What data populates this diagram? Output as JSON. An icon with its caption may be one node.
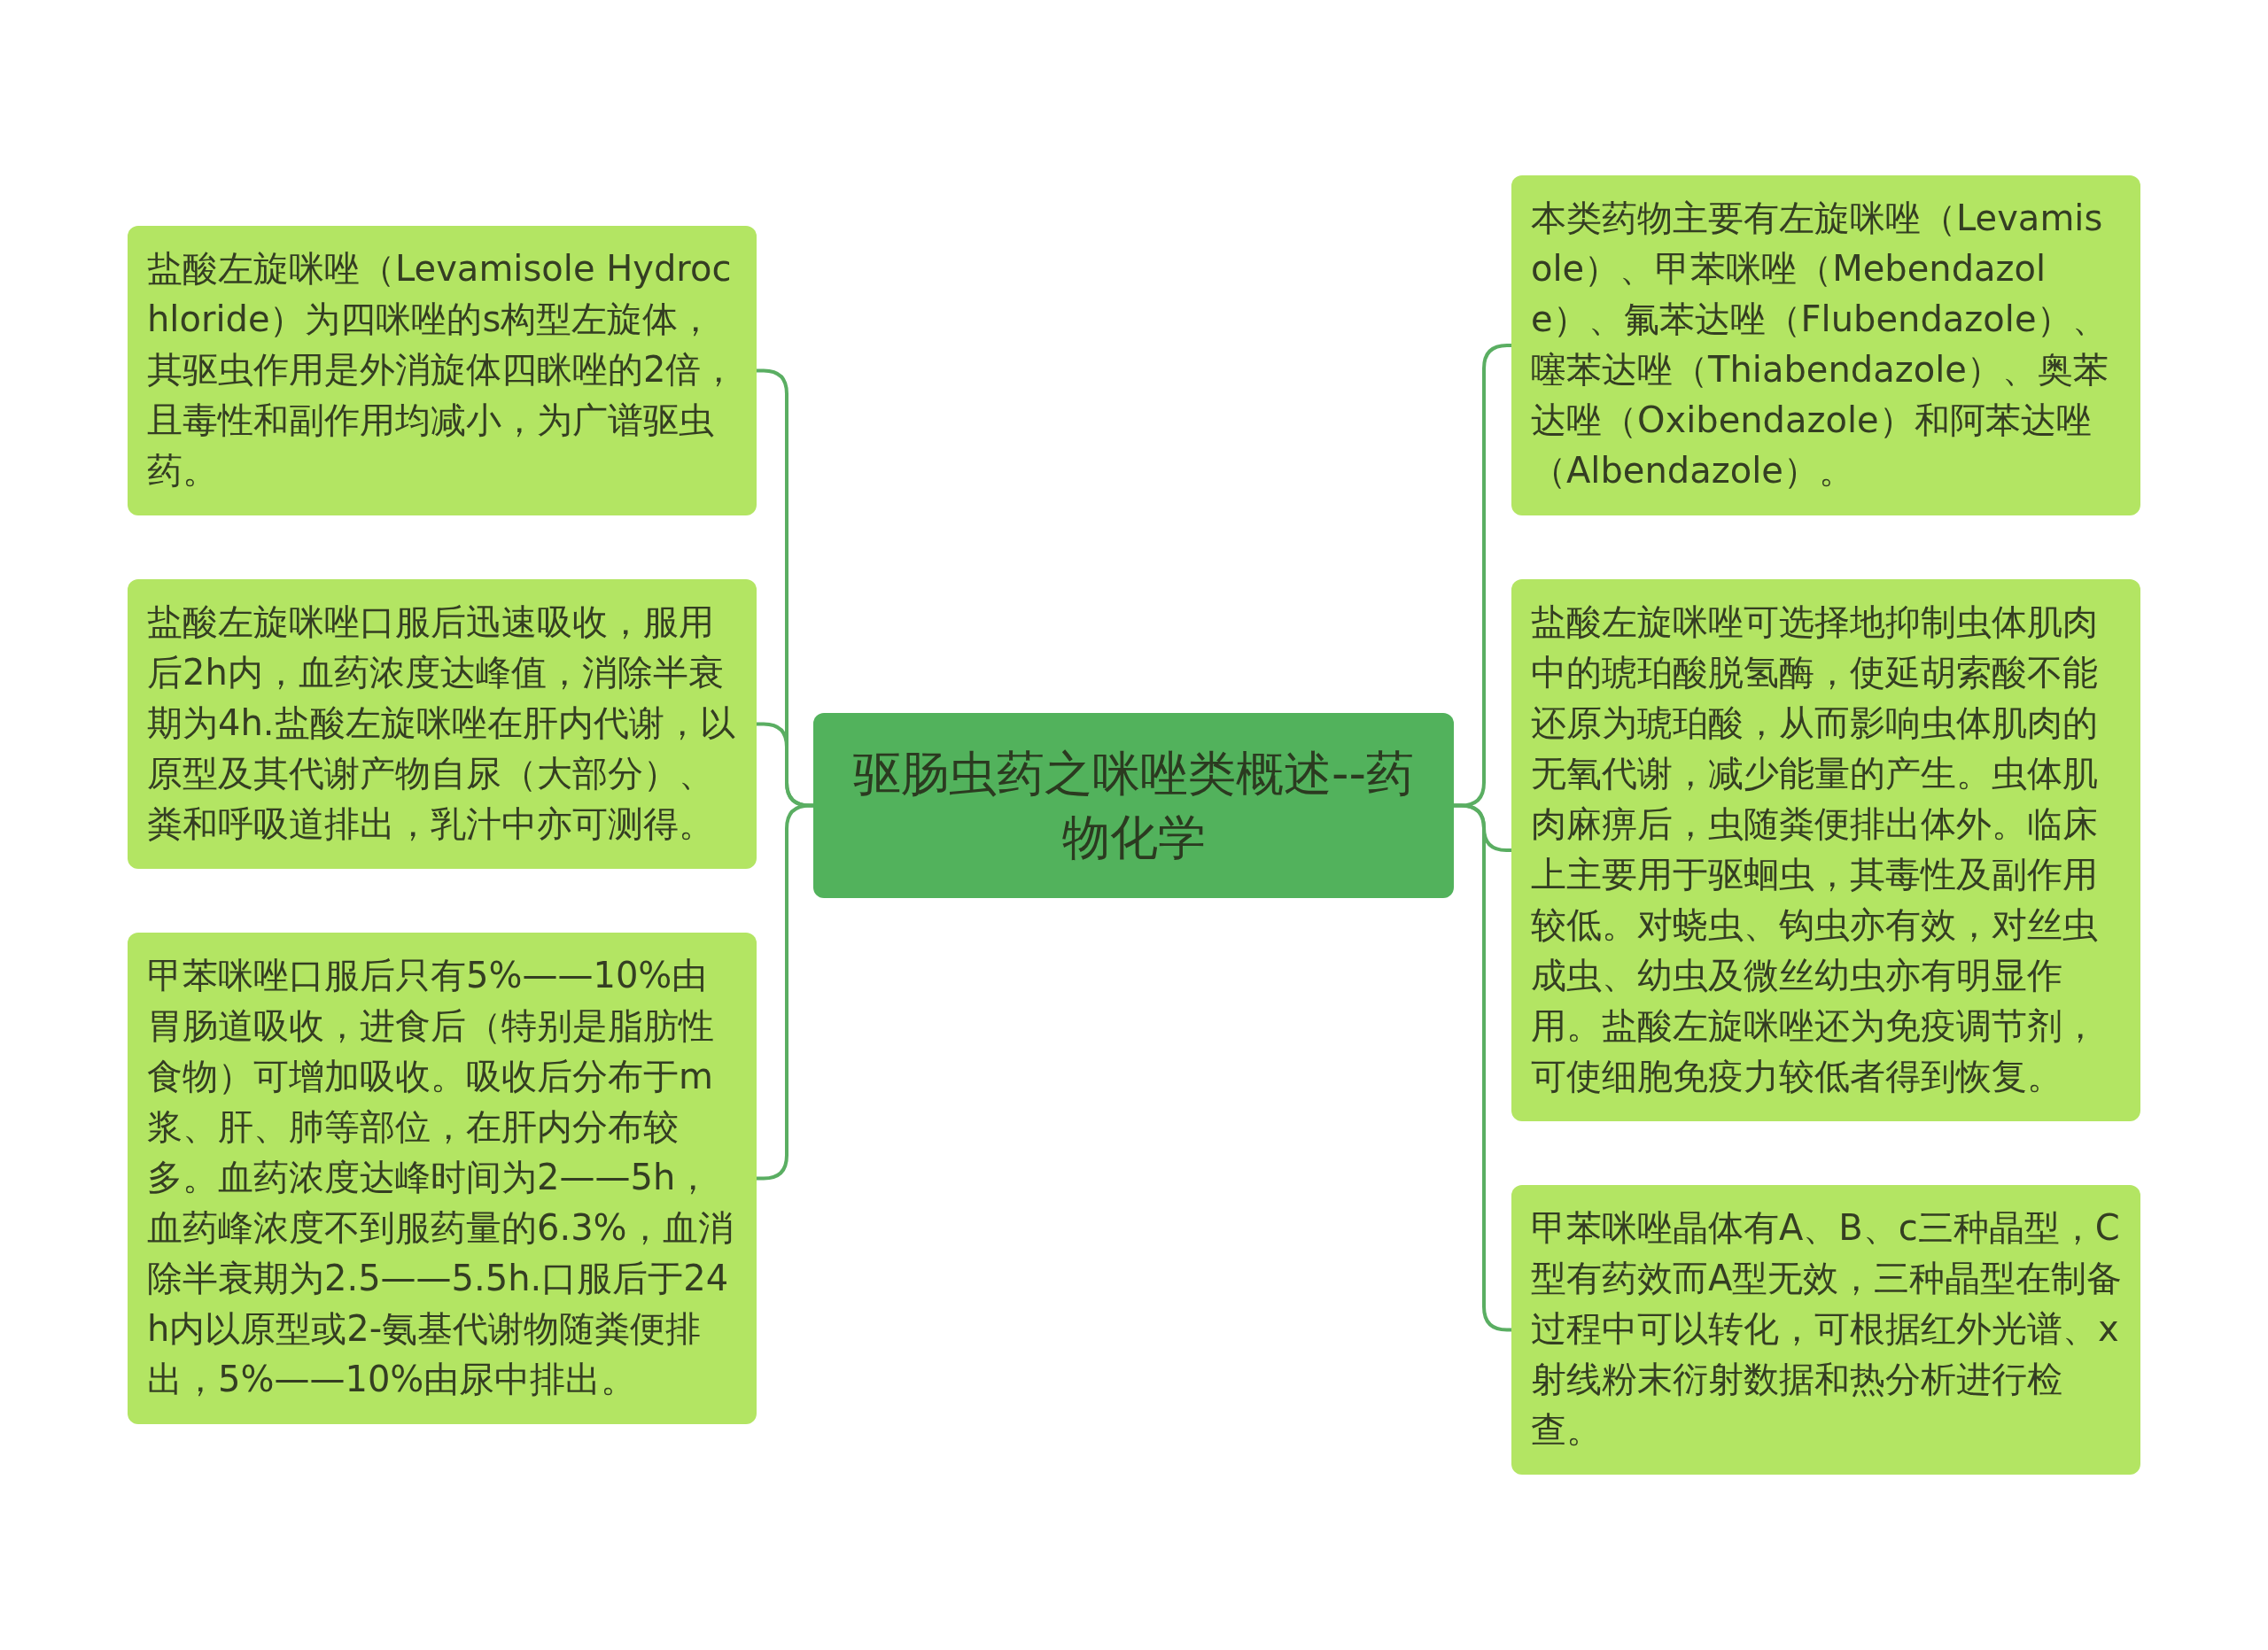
{
  "diagram": {
    "nodes": [
      {
        "text": [
          "驱肠虫药之咪唑类概述--药物化学"
        ]
      },
      {
        "text": [
          "盐酸左旋咪唑（Levamisole Hydrochloride）为四咪唑的s构型左旋体，其驱虫作用是外消旋体四眯唑的2倍，且毒性和副作用均减小，为广谱驱虫药。"
        ]
      },
      {
        "text": [
          "盐酸左旋咪唑口服后迅速吸收，服用后2h内，血药浓度达峰值，消除半衰期为4h.盐酸左旋咪唑在肝内代谢，以原型及其代谢产物自尿（大部分）、粪和呼吸道排出，乳汁中亦可测得。"
        ]
      },
      {
        "text": [
          "甲苯咪唑口服后只有5%——10%由胃肠道吸收，进食后（特别是脂肪性食物）可增加吸收。吸收后分布于m浆、肝、肺等部位，在肝内分布较多。血药浓度达峰时间为2——5h，血药峰浓度不到服药量的6.3%，血消除半衰期为2.5——5.5h.口服后于24h内以原型或2-氨基代谢物随粪便排出，5%——10%由尿中排出。"
        ]
      },
      {
        "text": [
          "本类药物主要有左旋咪唑（Levamisole）、甲苯咪唑（Mebendazole）、氟苯达唑（Flubendazole）、噻苯达唑（Thiabendazole）、奥苯达唑（Oxibendazole）和阿苯达唑（Albendazole）。"
        ]
      },
      {
        "text": [
          "盐酸左旋咪唑可选择地抑制虫体肌肉中的琥珀酸脱氢酶，使延胡索酸不能还原为琥珀酸，从而影响虫体肌肉的无氧代谢，减少能量的产生。虫体肌肉麻痹后，虫随粪便排出体外。临床上主要用于驱蛔虫，其毒性及副作用较低。对蛲虫、钩虫亦有效，对丝虫成虫、幼虫及微丝幼虫亦有明显作用。盐酸左旋咪唑还为免疫调节剂，可使细胞免疫力较低者得到恢复。"
        ]
      },
      {
        "text": [
          "甲苯咪唑晶体有A、B、c三种晶型，C型有药效而A型无效，三种晶型在制备过程中可以转化，可根据红外光谱、x射线粉末衍射数据和热分析进行检查。"
        ]
      }
    ],
    "edges": [
      {
        "from": 0,
        "to": 1,
        "arrow": "none"
      },
      {
        "from": 0,
        "to": 2,
        "arrow": "none"
      },
      {
        "from": 0,
        "to": 3,
        "arrow": "none"
      },
      {
        "from": 0,
        "to": 4,
        "arrow": "none"
      },
      {
        "from": 0,
        "to": 5,
        "arrow": "none"
      },
      {
        "from": 0,
        "to": 6,
        "arrow": "none"
      }
    ]
  }
}
